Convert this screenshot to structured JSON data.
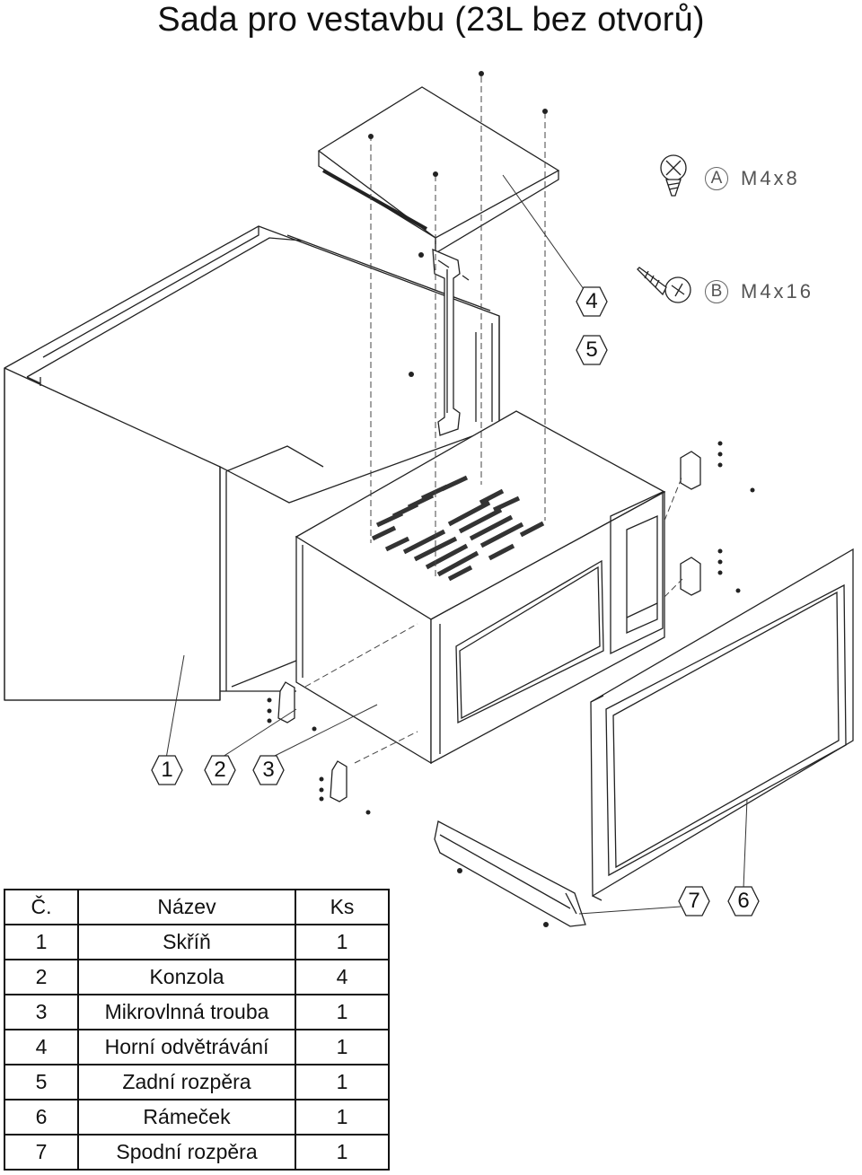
{
  "title": "Sada pro vestavbu (23L bez otvorů)",
  "screws": [
    {
      "letter": "A",
      "size": "M4x8"
    },
    {
      "letter": "B",
      "size": "M4x16"
    }
  ],
  "callouts": [
    "1",
    "2",
    "3",
    "4",
    "5",
    "6",
    "7"
  ],
  "table": {
    "headers": [
      "Č.",
      "Název",
      "Ks"
    ],
    "rows": [
      [
        "1",
        "Skříň",
        "1"
      ],
      [
        "2",
        "Konzola",
        "4"
      ],
      [
        "3",
        "Mikrovlnná trouba",
        "1"
      ],
      [
        "4",
        "Horní odvětrávání",
        "1"
      ],
      [
        "5",
        "Zadní rozpěra",
        "1"
      ],
      [
        "6",
        "Rámeček",
        "1"
      ],
      [
        "7",
        "Spodní rozpěra",
        "1"
      ]
    ]
  }
}
